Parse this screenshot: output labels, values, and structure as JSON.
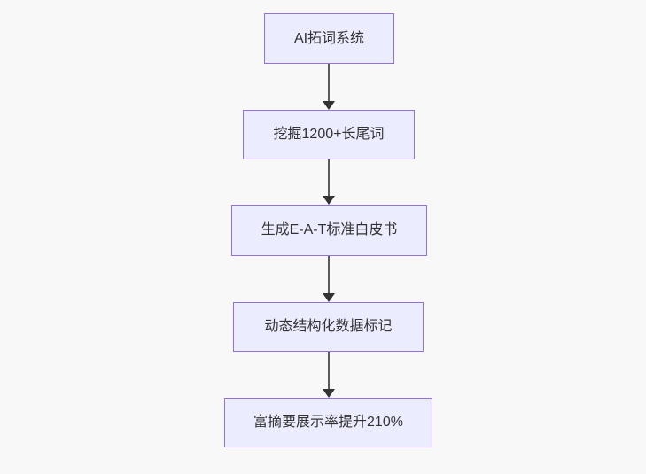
{
  "diagram": {
    "type": "flowchart-top-down",
    "colors": {
      "background": "#f8f8f8",
      "node_fill": "#ECECFF",
      "node_border": "#9370DB",
      "text": "#333333",
      "arrow_line": "#5b5b5b",
      "arrow_head": "#333333"
    },
    "nodes": [
      {
        "label": "AI拓词系统"
      },
      {
        "label": "挖掘1200+长尾词"
      },
      {
        "label": "生成E-A-T标准白皮书"
      },
      {
        "label": "动态结构化数据标记"
      },
      {
        "label": "富摘要展示率提升210%"
      }
    ],
    "edges": [
      {
        "from": 0,
        "to": 1
      },
      {
        "from": 1,
        "to": 2
      },
      {
        "from": 2,
        "to": 3
      },
      {
        "from": 3,
        "to": 4
      }
    ]
  }
}
